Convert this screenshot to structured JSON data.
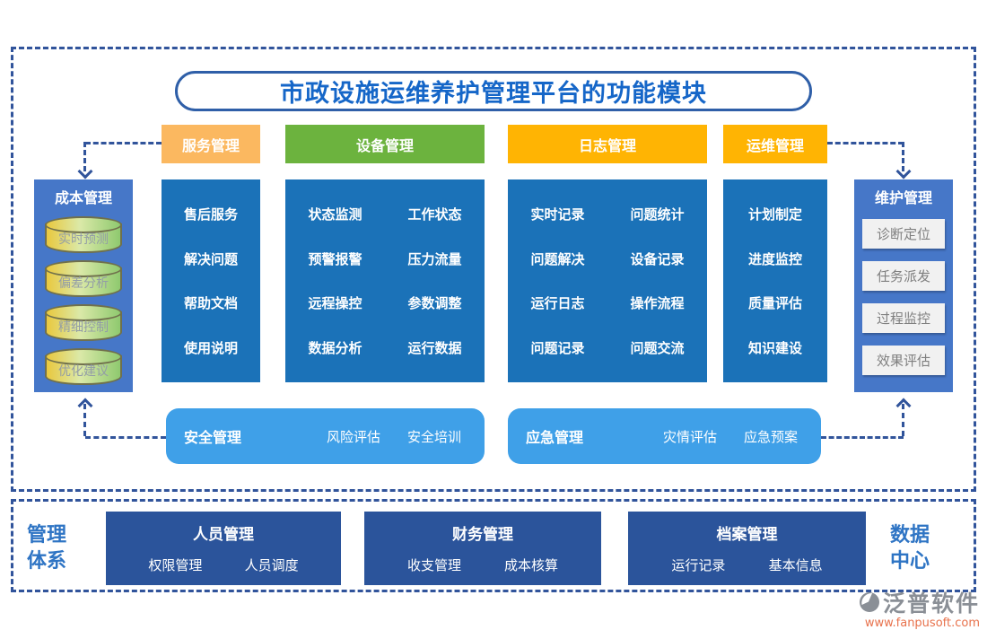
{
  "title": "市政设施运维养护管理平台的功能模块",
  "modules": {
    "service": {
      "header": "服务管理",
      "items": [
        "售后服务",
        "解决问题",
        "帮助文档",
        "使用说明"
      ]
    },
    "equipment": {
      "header": "设备管理",
      "items": [
        "状态监测",
        "工作状态",
        "预警报警",
        "压力流量",
        "远程操控",
        "参数调整",
        "数据分析",
        "运行数据"
      ]
    },
    "log": {
      "header": "日志管理",
      "items": [
        "实时记录",
        "问题统计",
        "问题解决",
        "设备记录",
        "运行日志",
        "操作流程",
        "问题记录",
        "问题交流"
      ]
    },
    "ops": {
      "header": "运维管理",
      "items": [
        "计划制定",
        "进度监控",
        "质量评估",
        "知识建设"
      ]
    }
  },
  "cost_box": {
    "title": "成本管理",
    "items": [
      "实时预测",
      "偏差分析",
      "精细控制",
      "优化建议"
    ]
  },
  "maintain_box": {
    "title": "维护管理",
    "items": [
      "诊断定位",
      "任务派发",
      "过程监控",
      "效果评估"
    ]
  },
  "safety_bar": {
    "title": "安全管理",
    "items": [
      "风险评估",
      "安全培训"
    ]
  },
  "emergency_bar": {
    "title": "应急管理",
    "items": [
      "灾情评估",
      "应急预案"
    ]
  },
  "bottom": {
    "left_label": "管理\n体系",
    "right_label": "数据\n中心",
    "personnel": {
      "title": "人员管理",
      "items": [
        "权限管理",
        "人员调度"
      ]
    },
    "finance": {
      "title": "财务管理",
      "items": [
        "收支管理",
        "成本核算"
      ]
    },
    "archive": {
      "title": "档案管理",
      "items": [
        "运行记录",
        "基本信息"
      ]
    }
  },
  "watermark_text": "泛普软件",
  "logo": {
    "name": "泛普软件",
    "url": "www.fanpusoft.com"
  },
  "colors": {
    "column_blue": "#1B72B8",
    "side_blue": "#4677C8",
    "light_blue": "#3FA0E8",
    "dark_blue": "#2B549B",
    "service_orange": "#FBB860",
    "equipment_green": "#6CB33E",
    "gold": "#FFB403",
    "dashed_line": "#31549B",
    "title_blue": "#1566C8"
  }
}
